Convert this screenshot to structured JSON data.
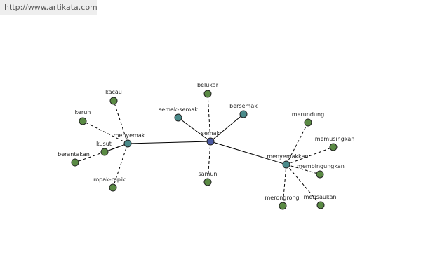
{
  "header": {
    "url": "http://www.artikata.com"
  },
  "colors": {
    "center": "#4b5aa3",
    "hub": "#4a8a8a",
    "leaf": "#5a8a44"
  },
  "nodes": [
    {
      "id": "semak",
      "label": "semak",
      "type": "center"
    },
    {
      "id": "menyemak",
      "label": "menyemak",
      "type": "hub"
    },
    {
      "id": "menyemakkan",
      "label": "menyemakkan",
      "type": "hub"
    },
    {
      "id": "semak-semak",
      "label": "semak-semak",
      "type": "hub"
    },
    {
      "id": "bersemak",
      "label": "bersemak",
      "type": "hub"
    },
    {
      "id": "belukar",
      "label": "belukar",
      "type": "leaf"
    },
    {
      "id": "samun",
      "label": "samun",
      "type": "leaf"
    },
    {
      "id": "kacau",
      "label": "kacau",
      "type": "leaf"
    },
    {
      "id": "keruh",
      "label": "keruh",
      "type": "leaf"
    },
    {
      "id": "kusut",
      "label": "kusut",
      "type": "leaf"
    },
    {
      "id": "berantakan",
      "label": "berantakan",
      "type": "leaf"
    },
    {
      "id": "ropak-rapik",
      "label": "ropak-rapik",
      "type": "leaf"
    },
    {
      "id": "merundung",
      "label": "merundung",
      "type": "leaf"
    },
    {
      "id": "memusingkan",
      "label": "memusingkan",
      "type": "leaf"
    },
    {
      "id": "membingungkan",
      "label": "membingungkan",
      "type": "leaf"
    },
    {
      "id": "merisaukan",
      "label": "merisaukan",
      "type": "leaf"
    },
    {
      "id": "merongrong",
      "label": "merongrong",
      "type": "leaf"
    }
  ],
  "edges": [
    {
      "from": "semak",
      "to": "menyemak",
      "style": "solid"
    },
    {
      "from": "semak",
      "to": "menyemakkan",
      "style": "solid"
    },
    {
      "from": "semak",
      "to": "semak-semak",
      "style": "solid"
    },
    {
      "from": "semak",
      "to": "bersemak",
      "style": "solid"
    },
    {
      "from": "semak",
      "to": "belukar",
      "style": "dashed"
    },
    {
      "from": "semak",
      "to": "samun",
      "style": "dashed"
    },
    {
      "from": "menyemak",
      "to": "kacau",
      "style": "dashed"
    },
    {
      "from": "menyemak",
      "to": "keruh",
      "style": "dashed"
    },
    {
      "from": "menyemak",
      "to": "kusut",
      "style": "solid"
    },
    {
      "from": "menyemak",
      "to": "berantakan",
      "style": "dashed"
    },
    {
      "from": "menyemak",
      "to": "ropak-rapik",
      "style": "dashed"
    },
    {
      "from": "menyemakkan",
      "to": "merundung",
      "style": "dashed"
    },
    {
      "from": "menyemakkan",
      "to": "memusingkan",
      "style": "dashed"
    },
    {
      "from": "menyemakkan",
      "to": "membingungkan",
      "style": "dashed"
    },
    {
      "from": "menyemakkan",
      "to": "merisaukan",
      "style": "dashed"
    },
    {
      "from": "menyemakkan",
      "to": "merongrong",
      "style": "dashed"
    }
  ]
}
